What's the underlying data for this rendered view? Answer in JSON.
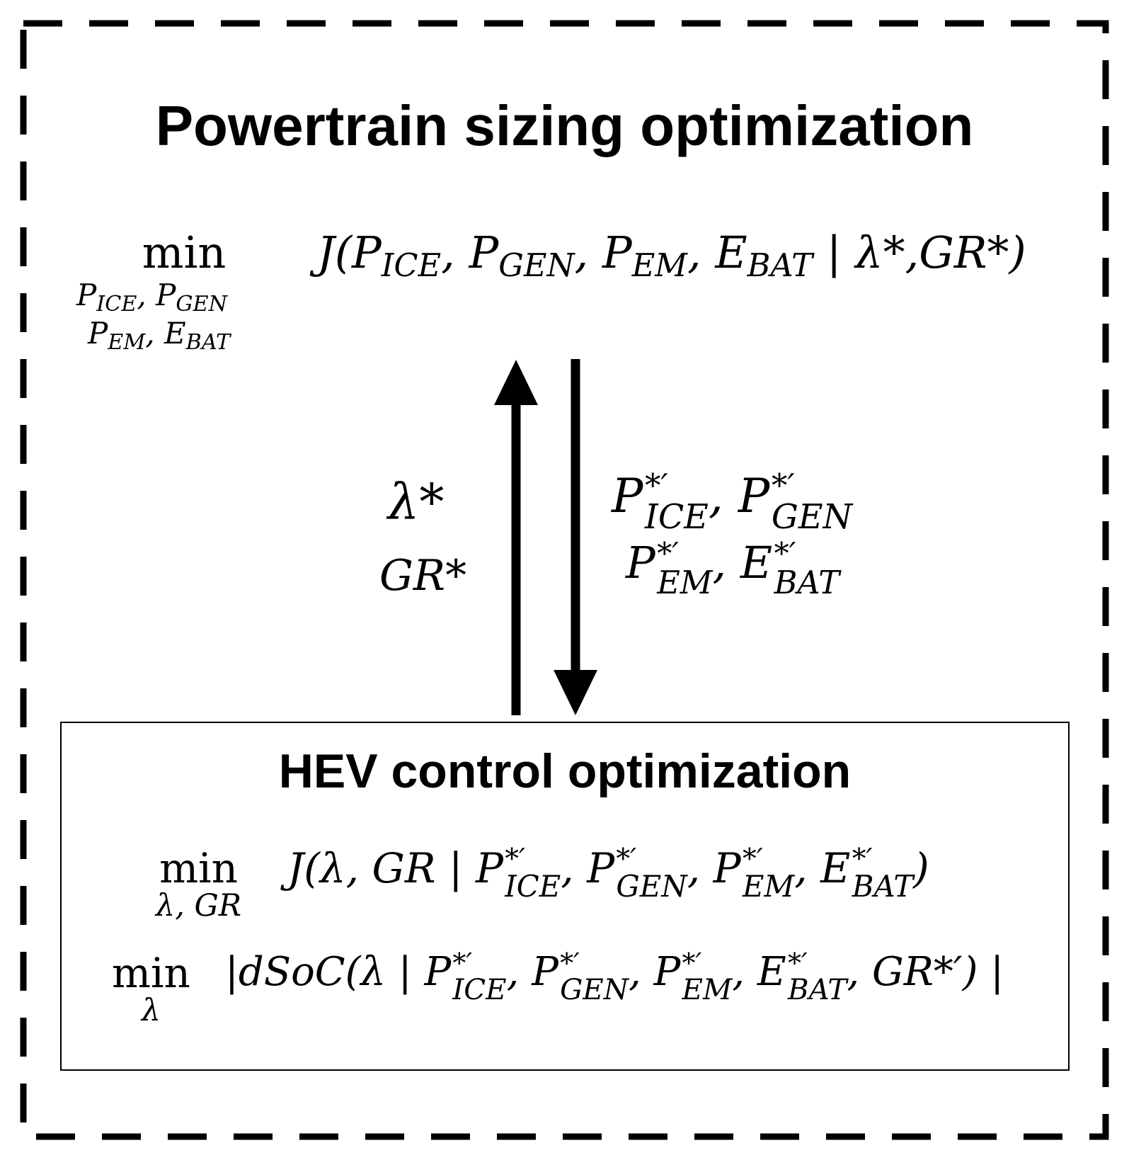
{
  "outer": {
    "title": "Powertrain sizing optimization",
    "objective": {
      "op": "min",
      "limits_line1": [
        "P",
        "ICE",
        ", ",
        "P",
        "GEN"
      ],
      "limits_line2": [
        "P",
        "EM",
        ", ",
        "E",
        "BAT"
      ],
      "func": "J(",
      "args": [
        {
          "base": "P",
          "sub": "ICE"
        },
        {
          "base": "P",
          "sub": "GEN"
        },
        {
          "base": "P",
          "sub": "EM"
        },
        {
          "base": "E",
          "sub": "BAT"
        }
      ],
      "given": " | λ*,GR*)"
    }
  },
  "arrows": {
    "up_labels": [
      "λ*",
      "GR*"
    ],
    "down_labels": [
      [
        {
          "base": "P",
          "sup": "*′",
          "sub": "ICE"
        },
        {
          "base": "P",
          "sup": "*′",
          "sub": "GEN"
        }
      ],
      [
        {
          "base": "P",
          "sup": "*′",
          "sub": "EM"
        },
        {
          "base": "E",
          "sup": "*′",
          "sub": "BAT"
        }
      ]
    ]
  },
  "inner": {
    "title": "HEV control optimization",
    "eq1": {
      "op": "min",
      "limits": "λ, GR",
      "prefix": "J(λ, GR | ",
      "terms": [
        {
          "base": "P",
          "sup": "*′",
          "sub": "ICE"
        },
        {
          "base": "P",
          "sup": "*′",
          "sub": "GEN"
        },
        {
          "base": "P",
          "sup": "*′",
          "sub": "EM"
        },
        {
          "base": "E",
          "sup": "*′",
          "sub": "BAT"
        }
      ],
      "suffix": ")"
    },
    "eq2": {
      "op": "min",
      "limits": "λ",
      "prefix": "|dSoC(λ | ",
      "terms": [
        {
          "base": "P",
          "sup": "*′",
          "sub": "ICE"
        },
        {
          "base": "P",
          "sup": "*′",
          "sub": "GEN"
        },
        {
          "base": "P",
          "sup": "*′",
          "sub": "EM"
        },
        {
          "base": "E",
          "sup": "*′",
          "sub": "BAT"
        }
      ],
      "suffix": ", GR*′) |"
    }
  },
  "colors": {
    "ink": "#000000",
    "background": "#ffffff"
  }
}
